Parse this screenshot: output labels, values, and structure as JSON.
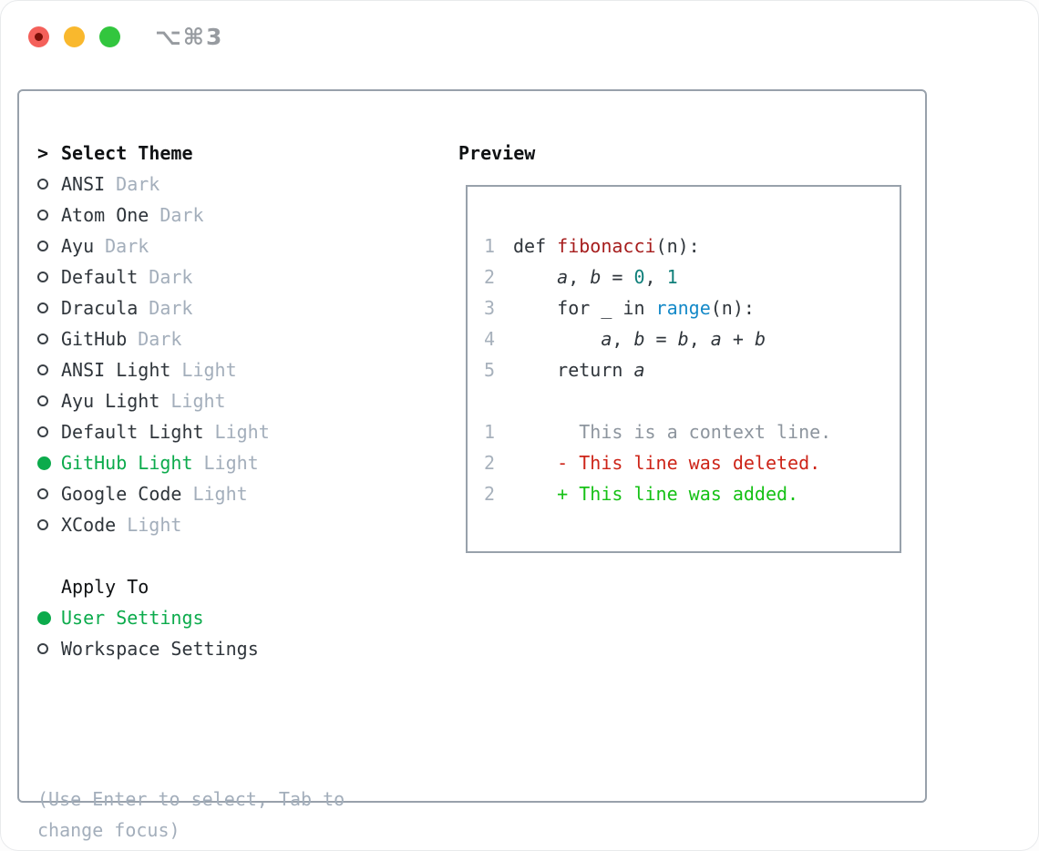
{
  "titlebar": {
    "shortcut": "⌥⌘3"
  },
  "colors": {
    "ink": "#2f353b",
    "head": "#101214",
    "muted": "#a3aebb",
    "hint": "#a3aebb",
    "green": "#0cab4c",
    "border": "#98a1ab",
    "lnum": "#a7b1bc",
    "ctx": "#8d959e",
    "func-red": "#a61d1d",
    "num-teal": "#0f7f7a",
    "builtin-blue": "#1489c8",
    "diff-red": "#cd2418",
    "diff-green": "#16c116",
    "tl-red": "#f4605a",
    "tl-red-dot": "#7b1008",
    "tl-yellow": "#f9b82d",
    "tl-green": "#32c63e",
    "shortcut": "#979ba0"
  },
  "theme_list": {
    "cursor": ">",
    "header": "Select Theme",
    "items": [
      {
        "name": "ANSI",
        "badge": "Dark",
        "selected": false
      },
      {
        "name": "Atom One",
        "badge": "Dark",
        "selected": false
      },
      {
        "name": "Ayu",
        "badge": "Dark",
        "selected": false
      },
      {
        "name": "Default",
        "badge": "Dark",
        "selected": false
      },
      {
        "name": "Dracula",
        "badge": "Dark",
        "selected": false
      },
      {
        "name": "GitHub",
        "badge": "Dark",
        "selected": false
      },
      {
        "name": "ANSI Light",
        "badge": "Light",
        "selected": false
      },
      {
        "name": "Ayu Light",
        "badge": "Light",
        "selected": false
      },
      {
        "name": "Default Light",
        "badge": "Light",
        "selected": false
      },
      {
        "name": "GitHub Light",
        "badge": "Light",
        "selected": true
      },
      {
        "name": "Google Code",
        "badge": "Light",
        "selected": false
      },
      {
        "name": "XCode",
        "badge": "Light",
        "selected": false
      }
    ]
  },
  "apply_to": {
    "header": "Apply To",
    "items": [
      {
        "name": "User Settings",
        "selected": true
      },
      {
        "name": "Workspace Settings",
        "selected": false
      }
    ]
  },
  "hint": "(Use Enter to select, Tab to change focus)",
  "preview": {
    "header": "Preview",
    "code_lines": [
      {
        "num": "1",
        "tokens": [
          {
            "t": "def ",
            "s": "plain"
          },
          {
            "t": "fibonacci",
            "s": "func"
          },
          {
            "t": "(n):",
            "s": "plain"
          }
        ]
      },
      {
        "num": "2",
        "tokens": [
          {
            "t": "    ",
            "s": "plain"
          },
          {
            "t": "a",
            "s": "var"
          },
          {
            "t": ", ",
            "s": "plain"
          },
          {
            "t": "b",
            "s": "var"
          },
          {
            "t": " = ",
            "s": "plain"
          },
          {
            "t": "0",
            "s": "num"
          },
          {
            "t": ", ",
            "s": "plain"
          },
          {
            "t": "1",
            "s": "num"
          }
        ]
      },
      {
        "num": "3",
        "tokens": [
          {
            "t": "    for _ in ",
            "s": "plain"
          },
          {
            "t": "range",
            "s": "builtin"
          },
          {
            "t": "(n):",
            "s": "plain"
          }
        ]
      },
      {
        "num": "4",
        "tokens": [
          {
            "t": "        ",
            "s": "plain"
          },
          {
            "t": "a",
            "s": "var"
          },
          {
            "t": ", ",
            "s": "plain"
          },
          {
            "t": "b",
            "s": "var"
          },
          {
            "t": " = ",
            "s": "plain"
          },
          {
            "t": "b",
            "s": "var"
          },
          {
            "t": ", ",
            "s": "plain"
          },
          {
            "t": "a",
            "s": "var"
          },
          {
            "t": " + ",
            "s": "plain"
          },
          {
            "t": "b",
            "s": "var"
          }
        ]
      },
      {
        "num": "5",
        "tokens": [
          {
            "t": "    return ",
            "s": "plain"
          },
          {
            "t": "a",
            "s": "var"
          }
        ]
      }
    ],
    "diff_lines": [
      {
        "num": "1",
        "text": "      This is a context line.",
        "kind": "context"
      },
      {
        "num": "2",
        "text": "    - This line was deleted.",
        "kind": "deleted"
      },
      {
        "num": "2",
        "text": "    + This line was added.",
        "kind": "added"
      }
    ]
  }
}
